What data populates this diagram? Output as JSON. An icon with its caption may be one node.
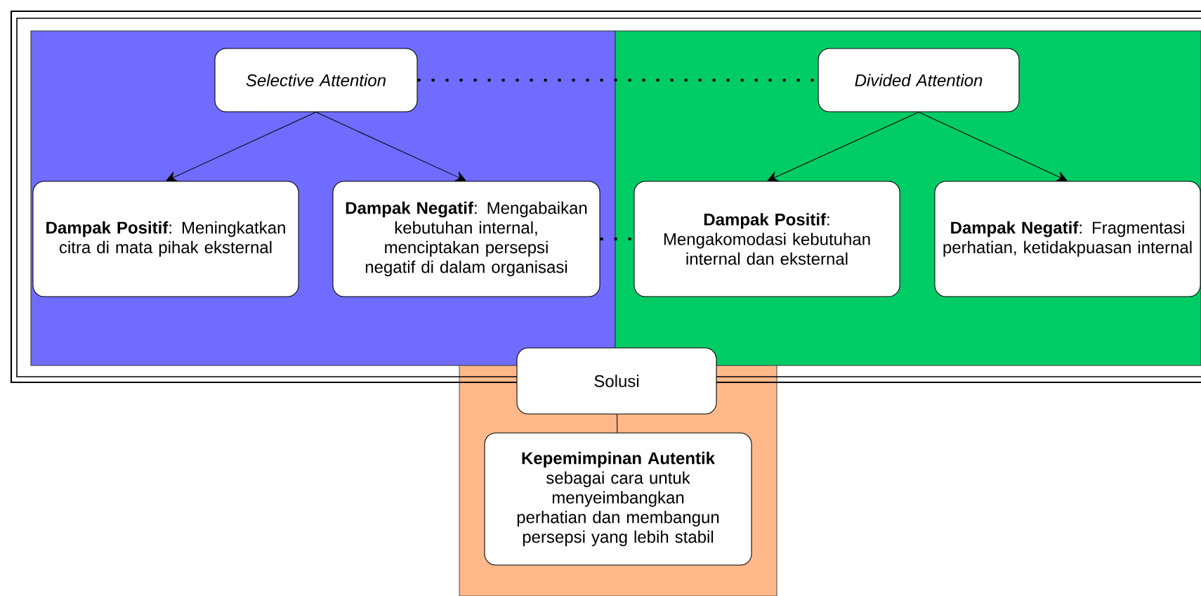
{
  "diagram": {
    "nodes": [
      {
        "text": [
          "Selective Attention"
        ]
      },
      {
        "text": [
          "Divided Attention"
        ]
      },
      {
        "text": [
          "**Dampak Positif**: Meningkatkan citra di mata pihak eksternal"
        ]
      },
      {
        "text": [
          "**Dampak Negatif**: Mengabaikan kebutuhan internal, menciptakan persepsi negatif di dalam organisasi"
        ]
      },
      {
        "text": [
          "**Dampak Positif**: Mengakomodasi kebutuhan internal dan eksternal"
        ]
      },
      {
        "text": [
          "**Dampak Negatif**: Fragmentasi perhatian, ketidakpuasan internal"
        ]
      },
      {
        "text": [
          "Solusi"
        ]
      },
      {
        "text": [
          "**Kepemimpinan Autentik** sebagai cara untuk menyeimbangkan perhatian dan membangun persepsi yang lebih stabil"
        ]
      }
    ],
    "edges": [
      {
        "from": 0,
        "to": 1,
        "arrow": "none",
        "style": "dashed"
      },
      {
        "from": 0,
        "to": 2,
        "arrow": "to"
      },
      {
        "from": 0,
        "to": 3,
        "arrow": "to"
      },
      {
        "from": 1,
        "to": 4,
        "arrow": "to"
      },
      {
        "from": 1,
        "to": 5,
        "arrow": "to"
      },
      {
        "from": 3,
        "to": 4,
        "arrow": "none",
        "style": "dashed"
      },
      {
        "from": 6,
        "to": 7,
        "arrow": "none"
      }
    ]
  }
}
